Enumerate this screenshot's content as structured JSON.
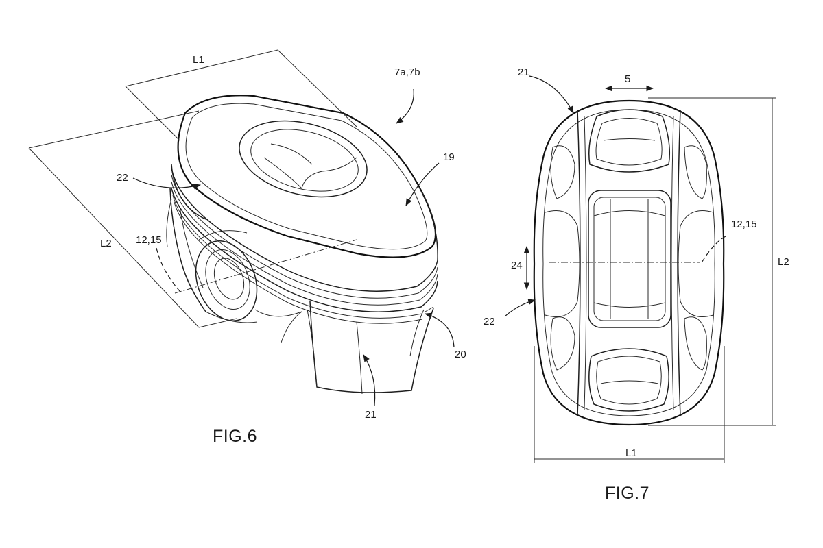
{
  "figures": [
    {
      "caption": "FIG.6"
    },
    {
      "caption": "FIG.7"
    }
  ],
  "fig6_labels": {
    "l1": "L1",
    "l2": "L2",
    "ref_7a7b": "7a,7b",
    "ref_19": "19",
    "ref_22": "22",
    "ref_12_15": "12,15",
    "ref_20": "20",
    "ref_21": "21"
  },
  "fig7_labels": {
    "ref_21": "21",
    "ref_5": "5",
    "ref_12_15": "12,15",
    "ref_24": "24",
    "ref_22": "22",
    "l2": "L2",
    "l1": "L1"
  }
}
